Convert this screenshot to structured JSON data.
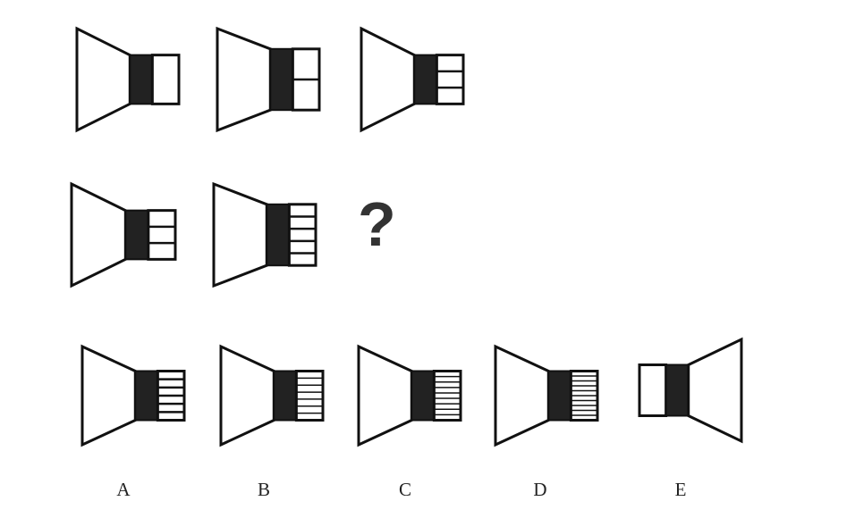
{
  "puzzle": {
    "question_mark": "?",
    "rows": [
      {
        "name": "row-1",
        "figures": [
          {
            "name": "figure-r1c1",
            "segments": 1,
            "facing": "left"
          },
          {
            "name": "figure-r1c2",
            "segments": 2,
            "facing": "left"
          },
          {
            "name": "figure-r1c3",
            "segments": 3,
            "facing": "left"
          }
        ]
      },
      {
        "name": "row-2",
        "figures": [
          {
            "name": "figure-r2c1",
            "segments": 3,
            "facing": "left"
          },
          {
            "name": "figure-r2c2",
            "segments": 5,
            "facing": "left"
          }
        ]
      }
    ],
    "options": [
      {
        "label": "A",
        "segments": 6,
        "facing": "left"
      },
      {
        "label": "B",
        "segments": 7,
        "facing": "left"
      },
      {
        "label": "C",
        "segments": 9,
        "facing": "left"
      },
      {
        "label": "D",
        "segments": 10,
        "facing": "left"
      },
      {
        "label": "E",
        "segments": 1,
        "facing": "right"
      }
    ]
  }
}
